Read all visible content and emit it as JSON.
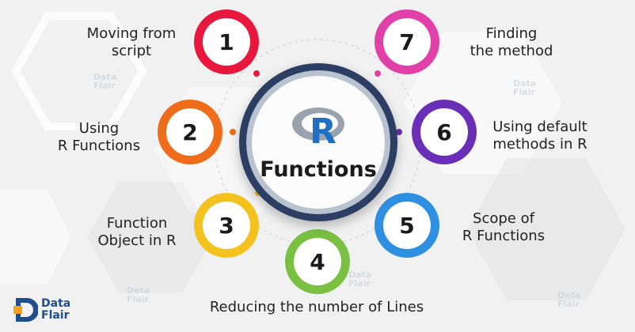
{
  "center": {
    "letter": "R",
    "title": "Functions"
  },
  "items": [
    {
      "number": "1",
      "lines": [
        "Moving from",
        "script"
      ],
      "color": "#e8173d",
      "dot": "#e8173d"
    },
    {
      "number": "2",
      "lines": [
        "Using",
        "R Functions"
      ],
      "color": "#ef6c1a",
      "dot": "#ef6c1a"
    },
    {
      "number": "3",
      "lines": [
        "Function",
        "Object in R"
      ],
      "color": "#f3c21f",
      "dot": "#f3c21f"
    },
    {
      "number": "4",
      "lines": [
        "Reducing the number of Lines"
      ],
      "color": "#7ac143",
      "dot": "#7ac143"
    },
    {
      "number": "5",
      "lines": [
        "Scope of",
        "R Functions"
      ],
      "color": "#2f8fe0",
      "dot": "#2f8fe0"
    },
    {
      "number": "6",
      "lines": [
        "Using default",
        "methods in R"
      ],
      "color": "#6a2fb6",
      "dot": "#6a2fb6"
    },
    {
      "number": "7",
      "lines": [
        "Finding",
        "the method"
      ],
      "color": "#e040a8",
      "dot": "#e040a8"
    }
  ],
  "brand": {
    "line1": "Data",
    "line2": "Flair",
    "color": "#1f4e8c"
  }
}
